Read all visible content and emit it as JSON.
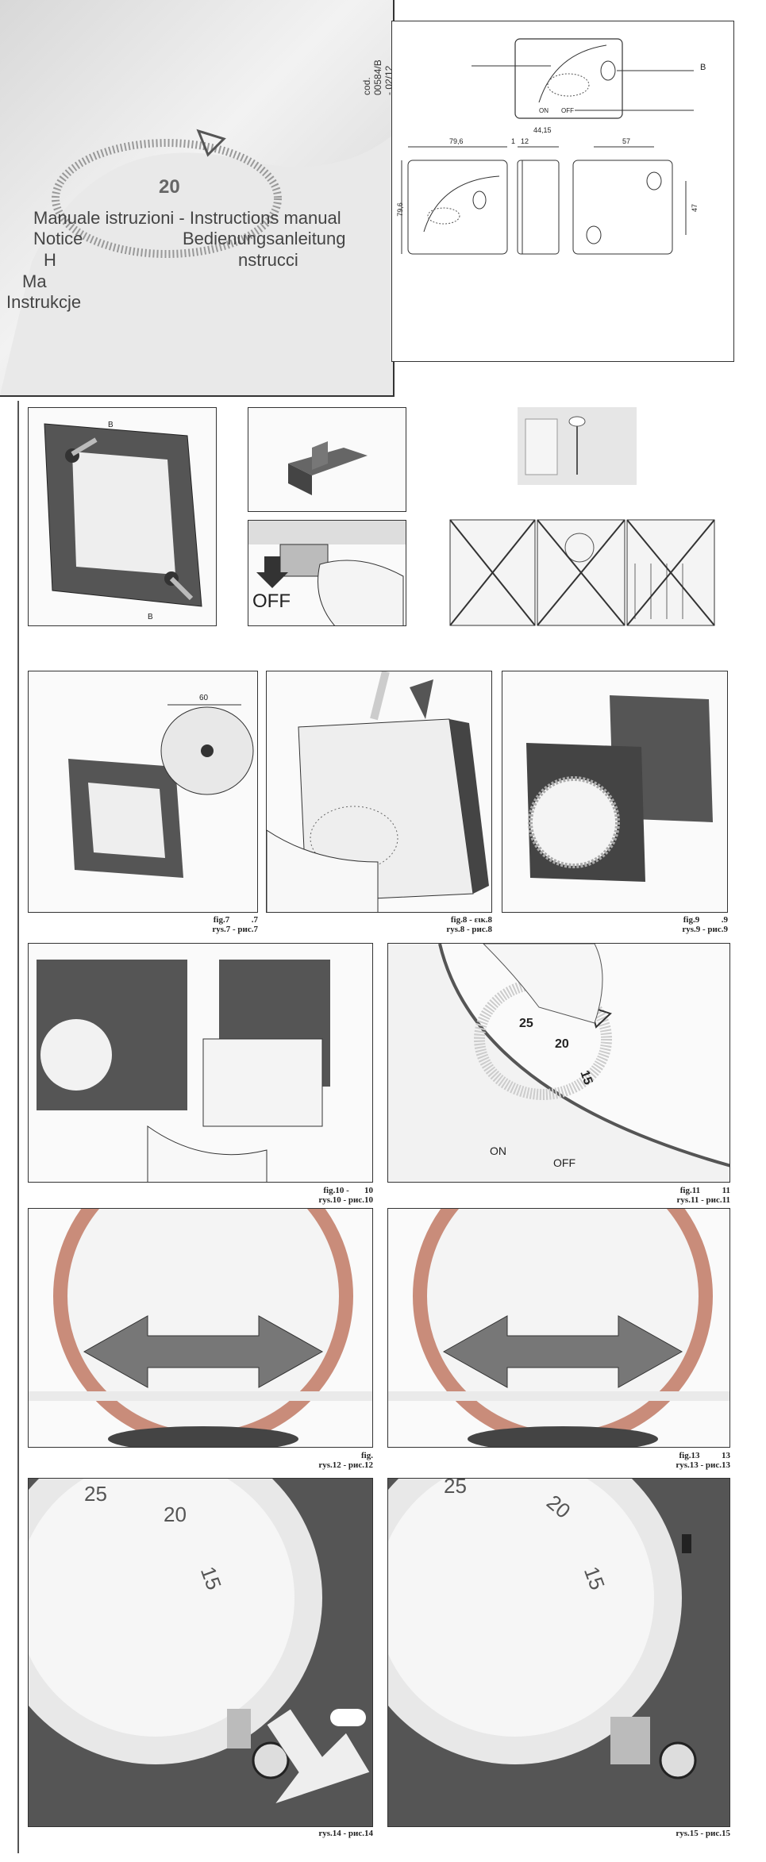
{
  "cover": {
    "lines": [
      "Manuale istruzioni - Instructions manual",
      "Notice",
      "Bedienungsanleitung",
      "H",
      "nstrucci",
      "Ma",
      "Instrukcje"
    ],
    "dial_number": "20",
    "code": "cod. 00584/B - 02/12"
  },
  "dimensions": {
    "label_b_top": "B",
    "on": "ON",
    "off": "OFF",
    "width": "79,6",
    "height": "79,6",
    "depth_a": "1",
    "depth_b": "12",
    "depth_total": "44,15",
    "hole_spacing": "57",
    "hole_height": "47"
  },
  "fig_row1": {
    "label_b1": "B",
    "label_b2": "B",
    "off_label": "OFF"
  },
  "fig_row2": {
    "dimension_60": "60",
    "caption_7": "fig.7          .7\nrys.7 - рис.7",
    "caption_8": "fig.8 - εικ.8\nrys.8 - рис.8",
    "caption_9": "fig.9          .9\nrys.9 - рис.9"
  },
  "fig_row3": {
    "caption_10": "fig.10 -       10\nrys.10 - рис.10",
    "caption_11": "fig.11          11\nrys.11 - рис.11",
    "dial_25": "25",
    "dial_20": "20",
    "dial_15": "15",
    "on": "ON",
    "off": "OFF"
  },
  "fig_row4": {
    "caption_12": "fig.\nrys.12 - рис.12",
    "caption_13": "fig.13          13\nrys.13 - рис.13"
  },
  "fig_row5": {
    "dial_25": "25",
    "dial_20": "20",
    "dial_15": "15",
    "caption_14": "rys.14 - рис.14",
    "caption_15": "rys.15 - рис.15"
  }
}
